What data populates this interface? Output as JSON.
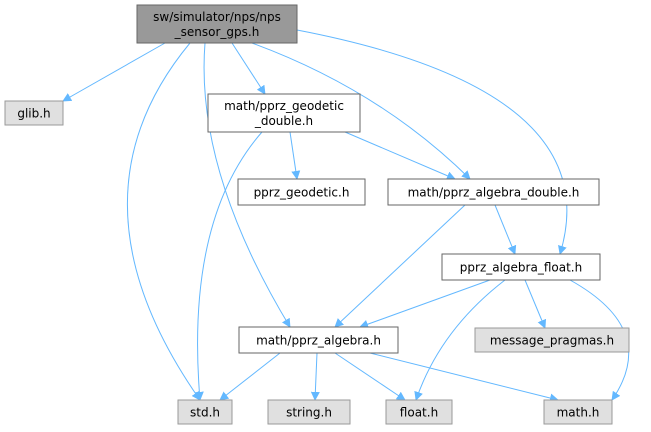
{
  "colors": {
    "edge": "#63b8ff",
    "root_fill": "#999999",
    "root_border": "#666666",
    "file_fill": "#ffffff",
    "file_border": "#666666",
    "external_fill": "#e0e0e0",
    "external_border": "#999999"
  },
  "nodes": {
    "nps_sensor_gps": {
      "lines": [
        "sw/simulator/nps/nps",
        "_sensor_gps.h"
      ],
      "kind": "root"
    },
    "glib": {
      "lines": [
        "glib.h"
      ],
      "kind": "external"
    },
    "pprz_geodetic_double": {
      "lines": [
        "math/pprz_geodetic",
        "_double.h"
      ],
      "kind": "file"
    },
    "pprz_geodetic": {
      "lines": [
        "pprz_geodetic.h"
      ],
      "kind": "file"
    },
    "pprz_algebra_double": {
      "lines": [
        "math/pprz_algebra_double.h"
      ],
      "kind": "file"
    },
    "pprz_algebra_float": {
      "lines": [
        "pprz_algebra_float.h"
      ],
      "kind": "file"
    },
    "message_pragmas": {
      "lines": [
        "message_pragmas.h"
      ],
      "kind": "external"
    },
    "pprz_algebra": {
      "lines": [
        "math/pprz_algebra.h"
      ],
      "kind": "file"
    },
    "std": {
      "lines": [
        "std.h"
      ],
      "kind": "external"
    },
    "string": {
      "lines": [
        "string.h"
      ],
      "kind": "external"
    },
    "float": {
      "lines": [
        "float.h"
      ],
      "kind": "external"
    },
    "math": {
      "lines": [
        "math.h"
      ],
      "kind": "external"
    }
  },
  "edges": [
    [
      "nps_sensor_gps",
      "glib"
    ],
    [
      "nps_sensor_gps",
      "pprz_geodetic_double"
    ],
    [
      "nps_sensor_gps",
      "pprz_algebra_double"
    ],
    [
      "nps_sensor_gps",
      "pprz_algebra_float"
    ],
    [
      "nps_sensor_gps",
      "pprz_algebra"
    ],
    [
      "nps_sensor_gps",
      "std"
    ],
    [
      "pprz_geodetic_double",
      "pprz_geodetic"
    ],
    [
      "pprz_geodetic_double",
      "pprz_algebra_double"
    ],
    [
      "pprz_geodetic_double",
      "std"
    ],
    [
      "pprz_algebra_double",
      "pprz_algebra_float"
    ],
    [
      "pprz_algebra_double",
      "pprz_algebra"
    ],
    [
      "pprz_algebra_float",
      "message_pragmas"
    ],
    [
      "pprz_algebra_float",
      "pprz_algebra"
    ],
    [
      "pprz_algebra_float",
      "float"
    ],
    [
      "pprz_algebra_float",
      "math"
    ],
    [
      "pprz_algebra",
      "std"
    ],
    [
      "pprz_algebra",
      "string"
    ],
    [
      "pprz_algebra",
      "float"
    ],
    [
      "pprz_algebra",
      "math"
    ]
  ]
}
